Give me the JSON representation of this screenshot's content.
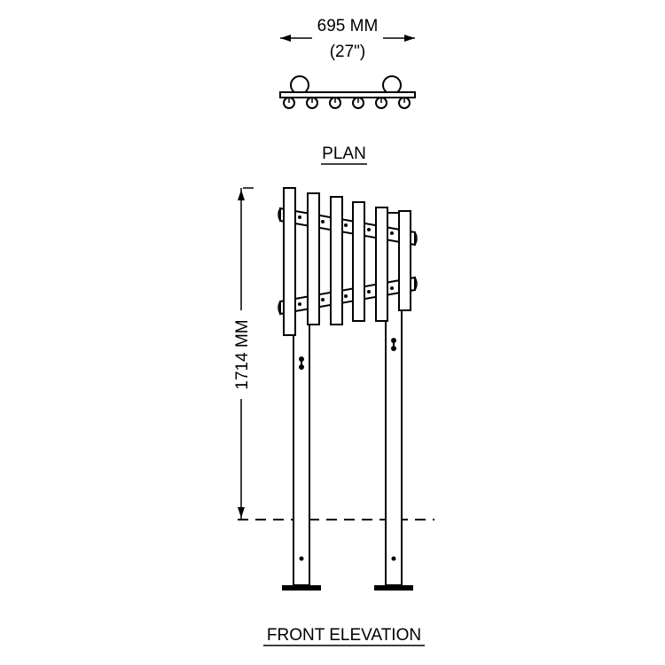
{
  "dimensions": {
    "width_mm": "695 MM",
    "width_in": "(27\")",
    "height_mm": "1714 MM"
  },
  "views": {
    "plan_title": "PLAN",
    "elevation_title": "FRONT ELEVATION"
  }
}
